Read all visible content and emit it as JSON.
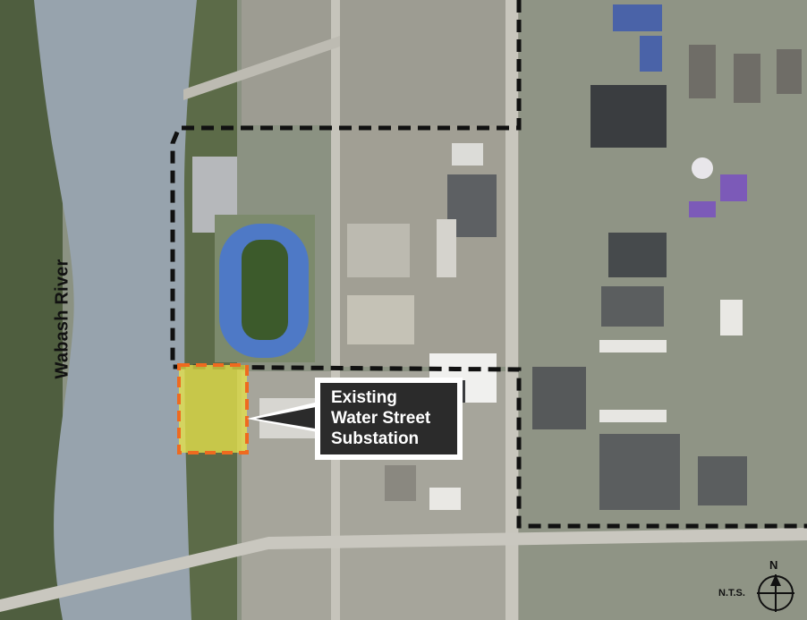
{
  "labels": {
    "river": "Wabash River",
    "callout_line1": "Existing",
    "callout_line2": "Water Street",
    "callout_line3": "Substation",
    "north": "N",
    "scale": "N.T.S."
  },
  "colors": {
    "river": "#97a3ad",
    "boundary": "#111111",
    "substation_fill": "#e6e14a",
    "substation_border": "#ef6a1f",
    "track": "#4e79c6",
    "field": "#3c5a2b",
    "callout_bg": "#2b2b2b",
    "callout_border": "#ffffff"
  }
}
